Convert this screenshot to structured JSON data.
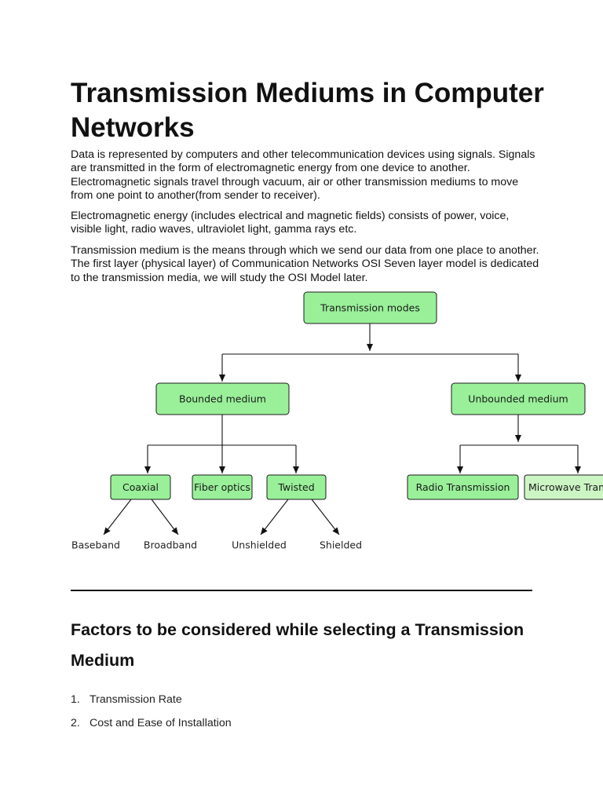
{
  "page": {
    "title": "Transmission Mediums in Computer Networks",
    "paragraphs": [
      "Data is represented by computers and other telecommunication devices using signals. Signals are transmitted in the form of electromagnetic energy from one device to another. Electromagnetic signals travel through vacuum, air or other transmission mediums to move from one point to another(from sender to receiver).",
      "Electromagnetic energy (includes electrical and magnetic fields) consists of power, voice, visible light, radio waves, ultraviolet light, gamma rays etc.",
      "Transmission medium is the means through which we send our data from one place to another. The first layer (physical layer) of Communication Networks OSI Seven layer model is dedicated to the transmission media, we will study the OSI Model later."
    ]
  },
  "diagram": {
    "colors": {
      "node_fill": "#99f099",
      "node_fill_light": "#ccf5c4",
      "node_border": "#1b1b1b",
      "arrow": "#111111"
    },
    "root": "Transmission modes",
    "bounded": "Bounded medium",
    "unbounded": "Unbounded medium",
    "coaxial": "Coaxial",
    "fiber": "Fiber optics",
    "twisted": "Twisted",
    "radio": "Radio Transmission",
    "microwave": "Microwave Transmission",
    "baseband": "Baseband",
    "broadband": "Broadband",
    "unshielded": "Unshielded",
    "shielded": "Shielded"
  },
  "section": {
    "title": "Factors to be considered while selecting a Transmission Medium",
    "items": [
      {
        "num": "1.",
        "label": "Transmission Rate"
      },
      {
        "num": "2.",
        "label": "Cost and Ease of Installation"
      }
    ]
  }
}
